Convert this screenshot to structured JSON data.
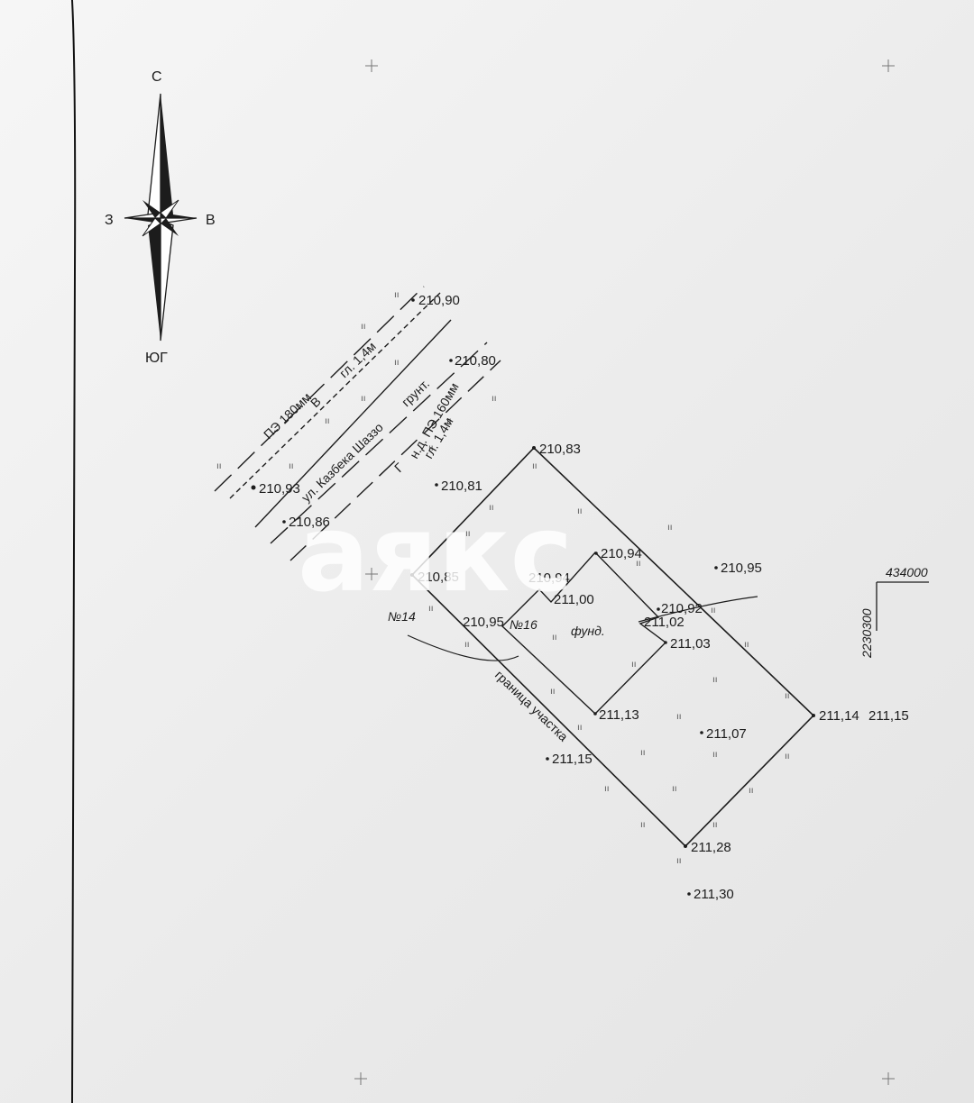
{
  "compass": {
    "north": "С",
    "south": "ЮГ",
    "west": "З",
    "east": "В"
  },
  "elevations": {
    "e1": "210,90",
    "e2": "210,80",
    "e3": "210,83",
    "e4": "210,93",
    "e5": "210,81",
    "e6": "210,86",
    "e7": "210,94",
    "e8": "210,95",
    "e9": "210,85",
    "e10": "210,94",
    "e11": "211,00",
    "e12": "210,92",
    "e13": "211,02",
    "e14": "210,95",
    "e15": "211,03",
    "e16": "211,13",
    "e17": "211,07",
    "e18": "211,14",
    "e19": "211,15",
    "e20": "211,15",
    "e21": "211,28",
    "e22": "211,30"
  },
  "labels": {
    "pipe_pe180": "ПЭ 180мм",
    "pipe_v": "В",
    "depth_1": "гл. 1,4м",
    "street": "ул. Казбека Шаззо",
    "ground": "грунт.",
    "pipe_pe160": "н.д. ПЭ 160мм",
    "depth_2": "гл. 1,4м",
    "pipe_g": "Г",
    "no14": "№14",
    "no16": "№16",
    "foundation": "фунд.",
    "boundary": "граница участка",
    "coord_x": "434000",
    "coord_y": "2230300"
  },
  "watermark": "аякс",
  "colors": {
    "line": "#1c1c1c",
    "paper": "#ececec"
  }
}
